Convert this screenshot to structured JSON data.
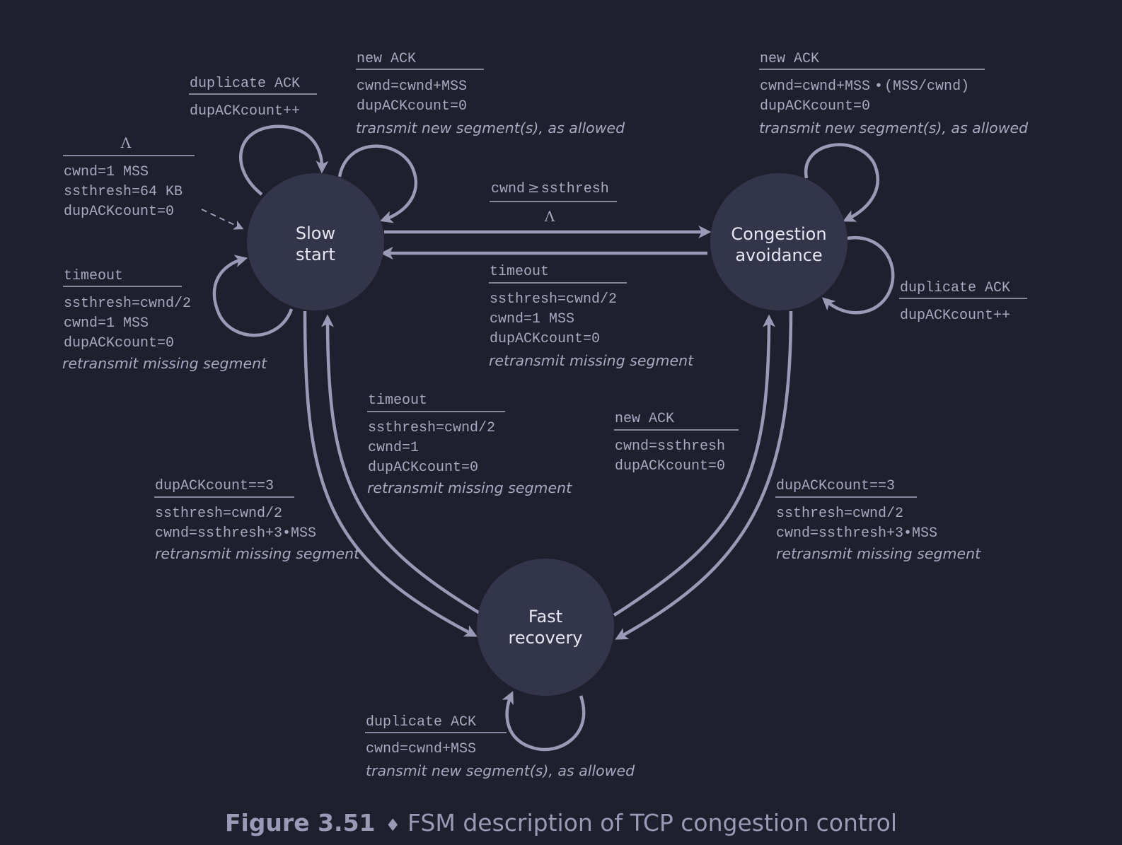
{
  "states": {
    "slow_start": [
      "Slow",
      "start"
    ],
    "congestion_avoidance": [
      "Congestion",
      "avoidance"
    ],
    "fast_recovery": [
      "Fast",
      "recovery"
    ]
  },
  "transitions": {
    "initial": {
      "event": "Λ",
      "actions": [
        "cwnd=1 MSS",
        "ssthresh=64 KB",
        "dupACKcount=0"
      ]
    },
    "ss_dup_ack": {
      "event": "duplicate ACK",
      "actions": [
        "dupACKcount++"
      ]
    },
    "ss_new_ack": {
      "event": "new ACK",
      "actions": [
        "cwnd=cwnd+MSS",
        "dupACKcount=0"
      ],
      "note": "transmit new segment(s), as allowed"
    },
    "ss_timeout": {
      "event": "timeout",
      "actions": [
        "ssthresh=cwnd/2",
        "cwnd=1 MSS",
        "dupACKcount=0"
      ],
      "note": "retransmit missing segment"
    },
    "ss_to_ca": {
      "event_prefix": "cwnd",
      "event_sym": "≥",
      "event_suffix": "ssthresh",
      "action": "Λ"
    },
    "ca_new_ack": {
      "event": "new ACK",
      "actions": [
        "cwnd=cwnd+MSS",
        "dupACKcount=0"
      ],
      "action_suffix": "(MSS/cwnd)",
      "dot": "•",
      "note": "transmit new segment(s), as allowed"
    },
    "ca_to_ss_timeout": {
      "event": "timeout",
      "actions": [
        "ssthresh=cwnd/2",
        "cwnd=1 MSS",
        "dupACKcount=0"
      ],
      "note": "retransmit missing segment"
    },
    "ca_dup_ack": {
      "event": "duplicate ACK",
      "actions": [
        "dupACKcount++"
      ]
    },
    "fr_to_ss_timeout": {
      "event": "timeout",
      "actions": [
        "ssthresh=cwnd/2",
        "cwnd=1",
        "dupACKcount=0"
      ],
      "note": "retransmit missing segment"
    },
    "fr_to_ca_new_ack": {
      "event": "new ACK",
      "actions": [
        "cwnd=ssthresh",
        "dupACKcount=0"
      ]
    },
    "ss_to_fr": {
      "event": "dupACKcount==3",
      "actions": [
        "ssthresh=cwnd/2",
        "cwnd=ssthresh+3•MSS"
      ],
      "note": "retransmit missing segment"
    },
    "ca_to_fr": {
      "event": "dupACKcount==3",
      "actions": [
        "ssthresh=cwnd/2",
        "cwnd=ssthresh+3•MSS"
      ],
      "note": "retransmit missing segment"
    },
    "fr_dup_ack": {
      "event": "duplicate ACK",
      "actions": [
        "cwnd=cwnd+MSS"
      ],
      "note": "transmit new segment(s), as allowed"
    }
  },
  "caption": {
    "figure": "Figure 3.51",
    "separator": "♦",
    "text": "FSM description of TCP congestion control"
  }
}
